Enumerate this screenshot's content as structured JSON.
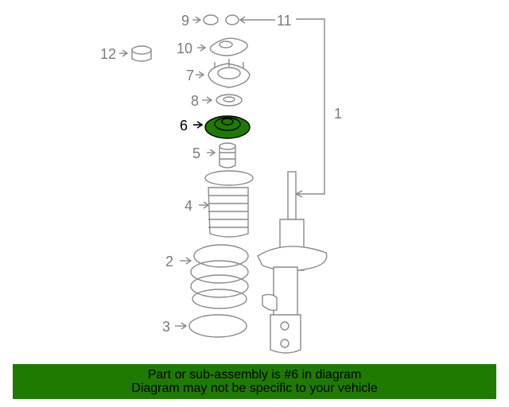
{
  "diagram": {
    "callouts": [
      "1",
      "2",
      "3",
      "4",
      "5",
      "6",
      "7",
      "8",
      "9",
      "10",
      "11",
      "12"
    ],
    "highlighted_part": "6",
    "highlight_color": "#1f7a00"
  },
  "banner": {
    "line1": "Part or sub-assembly is #6 in diagram",
    "line2": "Diagram may not be specific to your vehicle",
    "background": "#1f7a00"
  }
}
